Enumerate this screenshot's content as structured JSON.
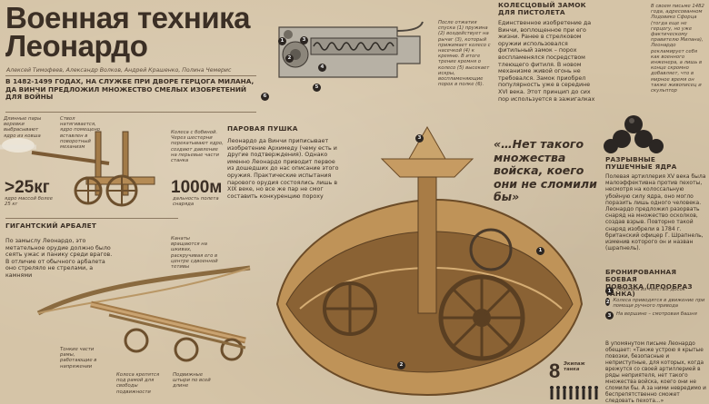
{
  "title_line1": "Военная техника",
  "title_line2": "Леонардо",
  "authors": "Алексей Тимофеев, Александр Волков, Андрей Крашенко, Полина Чемерис",
  "intro": "В 1482-1499 ГОДАХ, НА СЛУЖБЕ ПРИ ДВОРЕ ГЕРЦОГА МИЛАНА, ДА ВИНЧИ ПРЕДЛОЖИЛ МНОЖЕСТВО СМЕЛЫХ ИЗОБРЕТЕНИЙ ДЛЯ ВОЙНЫ",
  "lock": {
    "heading": "КОЛЕСЦОВЫЙ ЗАМОК\nДЛЯ ПИСТОЛЕТА",
    "notes": "После отжатия спуска (1) пружина (2) воздействует на рычаг (3), который прижимает колесо с насечкой (4) к кремню. В итоге трение кремня о колесо (5) высекает искры, воспламеняющие порох в полке (6).",
    "text": "Единственное изобретение да Винчи, воплощенное при его жизни. Ранее в стрелковом оружии использовался фитильный замок – порох воспламенялся посредством тлеющего фитиля. В новом механизме живой огонь не требовался. Замок приобрел популярность уже в середине XVI века. Этот принцип до сих пор используется в зажигалках"
  },
  "catapult": {
    "note_left": "Длинные пары веревки выбрасывают ядро из ковша",
    "note_mid": "Ствол натягивается, ядро помещено вставлен в поворотный механизм",
    "note_right": "Колеса с бобиной. Через шестерни перекатывают ядро, создают давление на перьевые части станка",
    "weight": ">25кг",
    "weight_note": "ядро массой более 25 кг",
    "range": "1000м",
    "range_note": "дальность полета снаряда"
  },
  "cannon": {
    "heading": "ПАРОВАЯ ПУШКА",
    "text": "Леонардо да Винчи приписывает изобретение Архимеду (чему есть и другие подтверждения). Однако именно Леонардо приводит первое из дошедших до нас описание этого оружия. Практические испытания парового орудия состоялись лишь в XIX веке, но все же пар не смог составить конкуренцию пороху"
  },
  "quote": "«…Нет такого множества войска, коего они не сломили бы»",
  "crossbow": {
    "heading": "ГИГАНТСКИЙ АРБАЛЕТ",
    "text": "По замыслу Леонардо, это метательное орудие должно было сеять ужас и панику среди врагов. В отличие от обычного арбалета оно стреляло не стрелами, а камнями",
    "note_top": "Канаты вращаются на шкивах, раскручивая его в центре сдвоенной тетивы",
    "note_bottom_left": "Тонкие части рамы, работающие в напряжении",
    "note_bottom_mid": "Колеса крепятся под рамой для свободы подвижности",
    "note_bottom_right": "Подвижные штыри по всей длине"
  },
  "cannonballs": {
    "heading": "РАЗРЫВНЫЕ\nПУШЕЧНЫЕ ЯДРА",
    "text": "Полевая артиллерия XV века была малоэффективна против пехоты, несмотря на колоссальную убойную силу ядра, оно могло поразить лишь одного человека. Леонардо предложил разорвать снаряд на множество осколков, создав взрыв. Повторно такой снаряд изобрели в 1784 г. британский офицер Г. Шрапнель, изменив которого он и назван (шрапнель)."
  },
  "sidebar_top": "В своем письме 1482 года, адресованном Лодовико Сфорца (тогда еще не герцогу, но уже фактическому правителю Милана), Леонардо рекламирует себя как военного инженера, а лишь в конце скромно добавляет, что в мирное время он также живописец и скульптор",
  "tank": {
    "heading": "БРОНИРОВАННАЯ БОЕВАЯ\nПОВОЗКА (ПРООБРАЗ ТАНКА)",
    "items": [
      {
        "n": "1",
        "text": "Обшивка из толстых досок"
      },
      {
        "n": "2",
        "text": "Колеса приводятся в движение при помощи ручного привода"
      },
      {
        "n": "3",
        "text": "На вершине – смотровая башня"
      }
    ],
    "text": "В упомянутом письме Леонардо обещает: «Также устрою я крытые повозки, безопасные и неприступные, для которых, когда врежутся со своей артиллерией в ряды неприятеля, нет такого множества войска, коего они не сломили бы. А за ними невредимо и беспрепятственно сможет следовать пехота…»",
    "crew_number": "8",
    "crew_label": "Экипаж танка"
  },
  "colors": {
    "ink": "#3b2f25",
    "paper": "#d5c4a7",
    "wood": "#c49a62",
    "dark": "#2c2622"
  }
}
